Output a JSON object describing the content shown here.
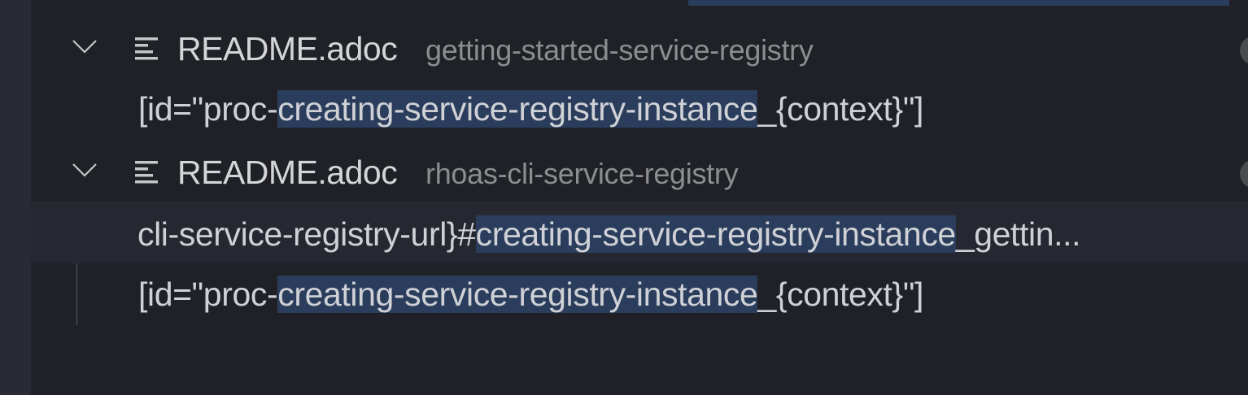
{
  "search_results": {
    "highlight_color": "#2b3d5c",
    "files": [
      {
        "file_name": "README.adoc",
        "path": "getting-started-service-registry",
        "expanded": true,
        "matches": [
          {
            "before": "[id=\"proc-",
            "hit": "creating-service-registry-instance",
            "after": "_{context}\"]"
          }
        ]
      },
      {
        "file_name": "README.adoc",
        "path": "rhoas-cli-service-registry",
        "expanded": true,
        "matches": [
          {
            "before": "cli-service-registry-url}#",
            "hit": "creating-service-registry-instance",
            "after": "_gettin..."
          },
          {
            "before": "[id=\"proc-",
            "hit": "creating-service-registry-instance",
            "after": "_{context}\"]"
          }
        ]
      }
    ]
  }
}
